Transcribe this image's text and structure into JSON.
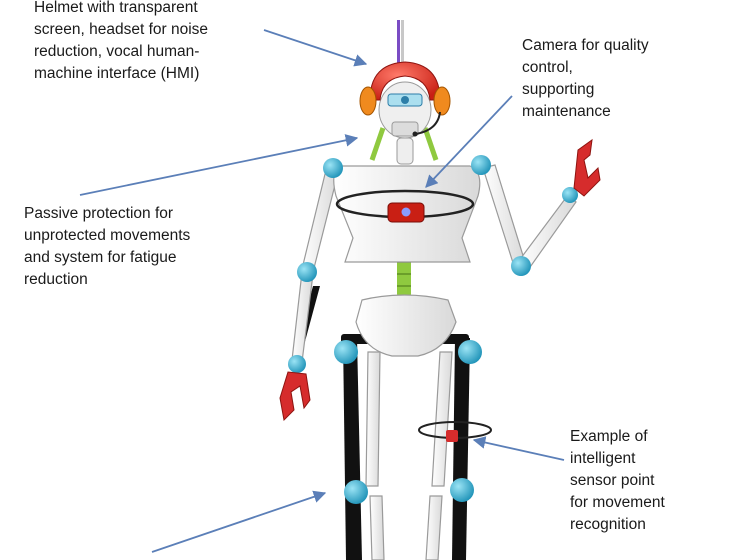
{
  "labels": {
    "helmet": {
      "lines": [
        "Helmet with transparent",
        "screen, headset for noise",
        "reduction, vocal human-",
        "machine interface (HMI)"
      ]
    },
    "camera": {
      "lines": [
        "Camera for quality",
        "control,",
        "supporting",
        "maintenance"
      ]
    },
    "protection": {
      "lines": [
        "Passive protection for",
        "unprotected movements",
        "and system for fatigue",
        "reduction"
      ]
    },
    "sensor": {
      "lines": [
        "Example of",
        "intelligent",
        "sensor point",
        "for movement",
        "recognition"
      ]
    }
  },
  "colors": {
    "bone": "#f2f2f2",
    "bone_outline": "#9a9a9a",
    "joint": "#3fb7d8",
    "helmet": "#e8392b",
    "earcup": "#f08a1e",
    "exo_frame": "#111111",
    "spine": "#8fc93f",
    "claw": "#d62c2c",
    "arrow": "#5b7fb8"
  }
}
